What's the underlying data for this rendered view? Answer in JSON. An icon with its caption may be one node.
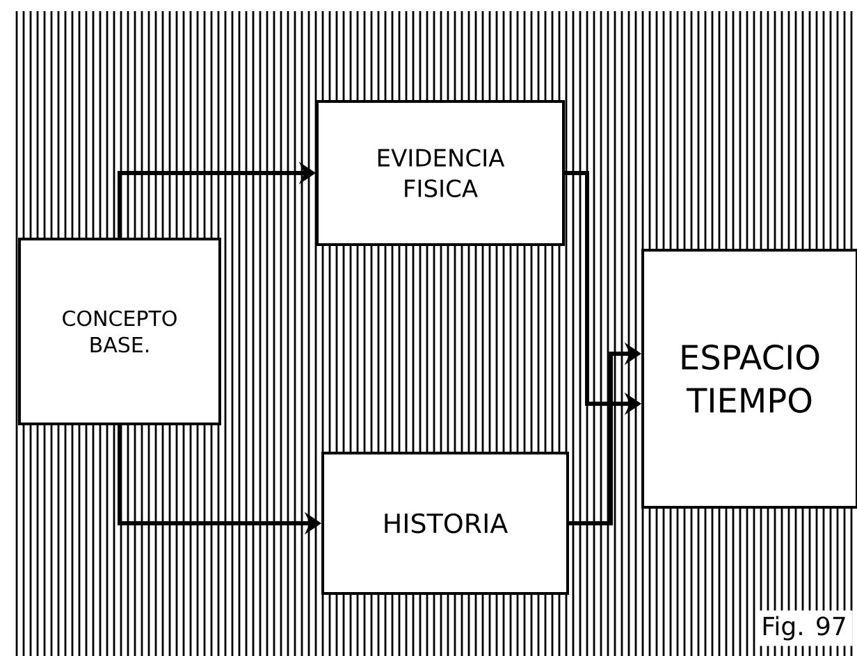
{
  "diagram": {
    "nodes": [
      {
        "text": [
          "CONCEPTO BASE."
        ]
      },
      {
        "text": [
          "EVIDENCIA FISICA"
        ]
      },
      {
        "text": [
          "HISTORIA"
        ]
      },
      {
        "text": [
          "ESPACIO TIEMPO"
        ]
      }
    ],
    "edges": [
      {
        "from": 0,
        "to": 1,
        "arrow": "to"
      },
      {
        "from": 0,
        "to": 2,
        "arrow": "to"
      },
      {
        "from": 1,
        "to": 3,
        "arrow": "to"
      },
      {
        "from": 2,
        "to": 3,
        "arrow": "to"
      }
    ],
    "labels": [
      "Fig. 97"
    ]
  }
}
